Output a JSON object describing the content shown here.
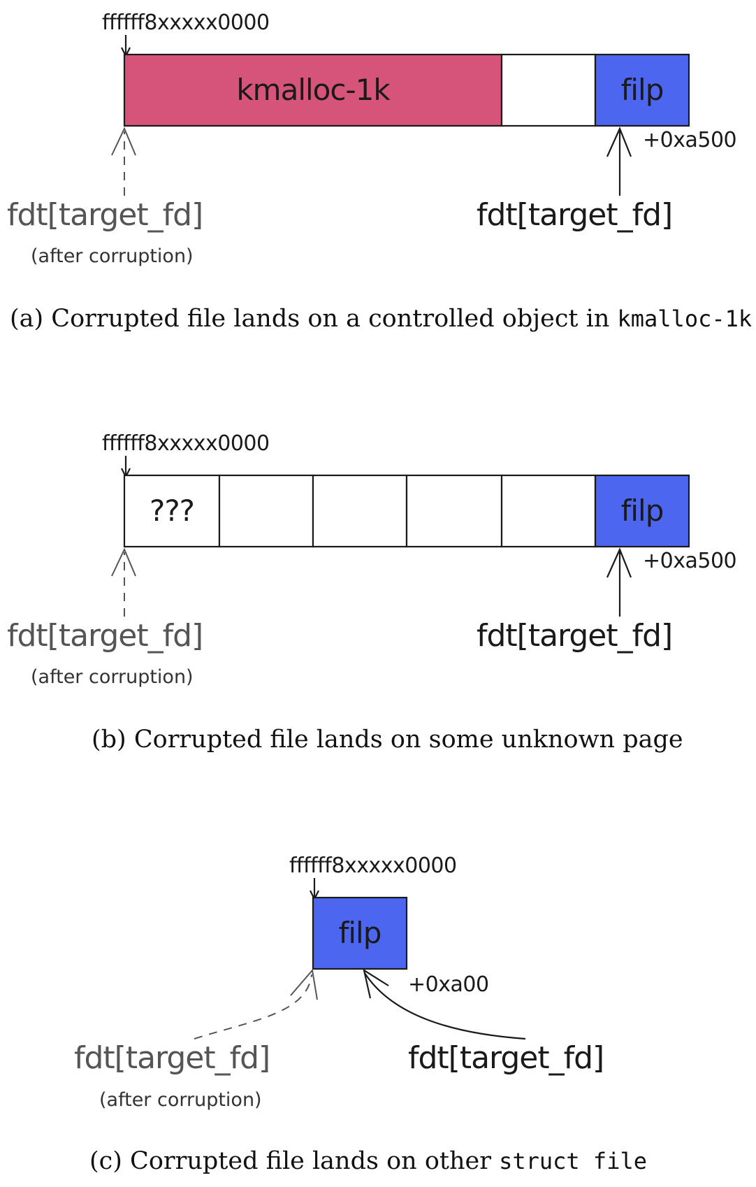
{
  "colors": {
    "kmalloc_fill": "#d6547a",
    "filp_fill": "#4c66f0",
    "stroke": "#1a1a1a"
  },
  "panel_a": {
    "address": "ffffff8xxxxx0000",
    "block_label": "kmalloc-1k",
    "filp_label": "filp",
    "offset": "+0xa500",
    "target_label": "fdt[target_fd]",
    "corrupt_label": "fdt[target_fd]",
    "corrupt_note": "(after corruption)",
    "caption_text": "(a) Corrupted file lands on a controlled object in ",
    "caption_code": "kmalloc-1k"
  },
  "panel_b": {
    "address": "ffffff8xxxxx0000",
    "unknown_label": "???",
    "filp_label": "filp",
    "offset": "+0xa500",
    "target_label": "fdt[target_fd]",
    "corrupt_label": "fdt[target_fd]",
    "corrupt_note": "(after corruption)",
    "caption_text": "(b) Corrupted file lands on some unknown page"
  },
  "panel_c": {
    "address": "ffffff8xxxxx0000",
    "filp_label": "filp",
    "offset": "+0xa00",
    "target_label": "fdt[target_fd]",
    "corrupt_label": "fdt[target_fd]",
    "corrupt_note": "(after corruption)",
    "caption_text": "(c) Corrupted file lands on other ",
    "caption_code": "struct file"
  }
}
